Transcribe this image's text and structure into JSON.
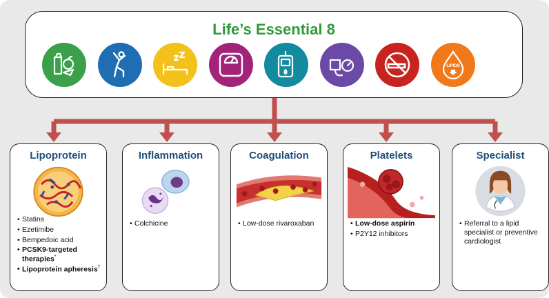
{
  "title": "Life’s Essential 8",
  "icons": [
    {
      "name": "diet-icon",
      "color": "#3aa14a"
    },
    {
      "name": "physical-activity-icon",
      "color": "#1f6db3"
    },
    {
      "name": "sleep-icon",
      "color": "#f2c21b"
    },
    {
      "name": "weight-scale-icon",
      "color": "#a1247a"
    },
    {
      "name": "glucose-meter-icon",
      "color": "#138a9e"
    },
    {
      "name": "blood-pressure-icon",
      "color": "#6a4aa6"
    },
    {
      "name": "no-smoking-icon",
      "color": "#c8231f"
    },
    {
      "name": "lipids-icon",
      "color": "#f07a1b",
      "text": "LIPIDS"
    }
  ],
  "connector_color": "#c0504d",
  "cards": [
    {
      "title": "Lipoprotein",
      "items": [
        {
          "text": "Statins",
          "bold": false
        },
        {
          "text": "Ezetimibe",
          "bold": false
        },
        {
          "text": "Bempedoic acid",
          "bold": false
        },
        {
          "text": "PCSK9-targeted therapies",
          "sup": "*",
          "bold": true
        },
        {
          "text": "Lipoprotein apheresis",
          "sup": "†",
          "bold": true
        }
      ]
    },
    {
      "title": "Inflammation",
      "items": [
        {
          "text": "Colchicine",
          "bold": false
        }
      ]
    },
    {
      "title": "Coagulation",
      "items": [
        {
          "text": "Low-dose rivaroxaban",
          "bold": false
        }
      ]
    },
    {
      "title": "Platelets",
      "items": [
        {
          "text": "Low-dose aspirin",
          "bold": true
        },
        {
          "text": "P2Y12 inhibitors",
          "bold": false
        }
      ]
    },
    {
      "title": "Specialist",
      "items": [
        {
          "text": "Referral to a lipid specialist or preventive cardiologist",
          "bold": false
        }
      ]
    }
  ]
}
